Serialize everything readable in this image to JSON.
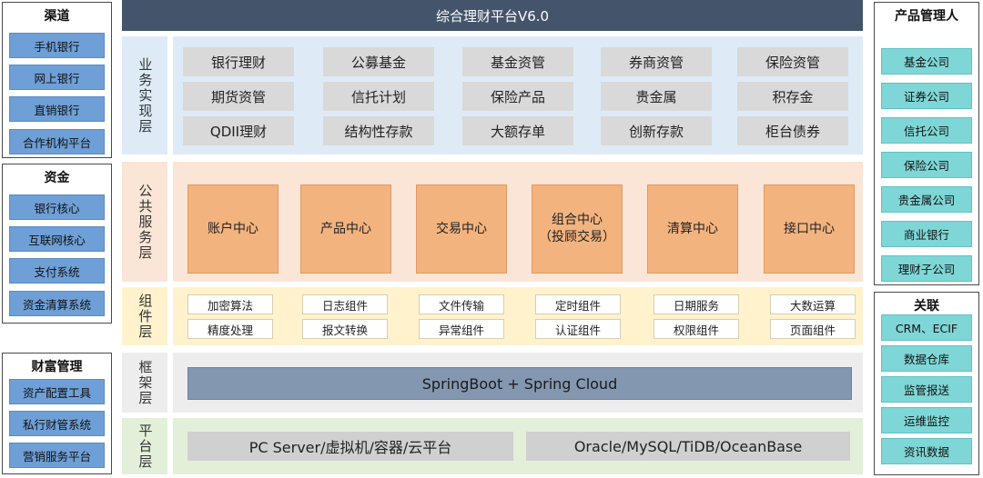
{
  "title": "综合理财平台V6.0",
  "left": {
    "channels": {
      "title": "渠道",
      "items": [
        "手机银行",
        "网上银行",
        "直销银行",
        "合作机构平台"
      ]
    },
    "funds": {
      "title": "资金",
      "items": [
        "银行核心",
        "互联网核心",
        "支付系统",
        "资金清算系统"
      ]
    },
    "wealth": {
      "title": "财富管理",
      "items": [
        "资产配置工具",
        "私行财管系统",
        "营销服务平台"
      ]
    }
  },
  "right": {
    "providers": {
      "title": "产品管理人",
      "items": [
        "基金公司",
        "证券公司",
        "信托公司",
        "保险公司",
        "贵金属公司",
        "商业银行",
        "理财子公司"
      ]
    },
    "related": {
      "title": "关联",
      "items": [
        "CRM、ECIF",
        "数据仓库",
        "监管报送",
        "运维监控",
        "资讯数据"
      ]
    }
  },
  "layers": {
    "business": {
      "label": "业务实现层",
      "items": [
        "银行理财",
        "公募基金",
        "基金资管",
        "券商资管",
        "保险资管",
        "期货资管",
        "信托计划",
        "保险产品",
        "贵金属",
        "积存金",
        "QDII理财",
        "结构性存款",
        "大额存单",
        "创新存款",
        "柜台债券"
      ]
    },
    "public": {
      "label": "公共服务层",
      "items": [
        {
          "line1": "账户中心",
          "line2": ""
        },
        {
          "line1": "产品中心",
          "line2": ""
        },
        {
          "line1": "交易中心",
          "line2": ""
        },
        {
          "line1": "组合中心",
          "line2": "（投顾交易）"
        },
        {
          "line1": "清算中心",
          "line2": ""
        },
        {
          "line1": "接口中心",
          "line2": ""
        }
      ]
    },
    "component": {
      "label": "组件层",
      "items": [
        "加密算法",
        "日志组件",
        "文件传输",
        "定时组件",
        "日期服务",
        "大数运算",
        "精度处理",
        "报文转换",
        "异常组件",
        "认证组件",
        "权限组件",
        "页面组件"
      ]
    },
    "framework": {
      "label": "框架层",
      "bar": "SpringBoot + Spring Cloud"
    },
    "platform": {
      "label": "平台层",
      "left": "PC Server/虚拟机/容器/云平台",
      "right": "Oracle/MySQL/TiDB/OceanBase"
    }
  },
  "colors": {
    "title_bar": "#44546a",
    "business_bg": "#deebf7",
    "public_bg": "#fbe5d6",
    "component_bg": "#fff2cc",
    "framework_bg": "#ededed",
    "platform_bg": "#e2f0d9",
    "channel_item": "#6e9fd6",
    "provider_item": "#7fd6d6",
    "service_chip": "#f3b37f",
    "framework_bar": "#8497b0"
  }
}
